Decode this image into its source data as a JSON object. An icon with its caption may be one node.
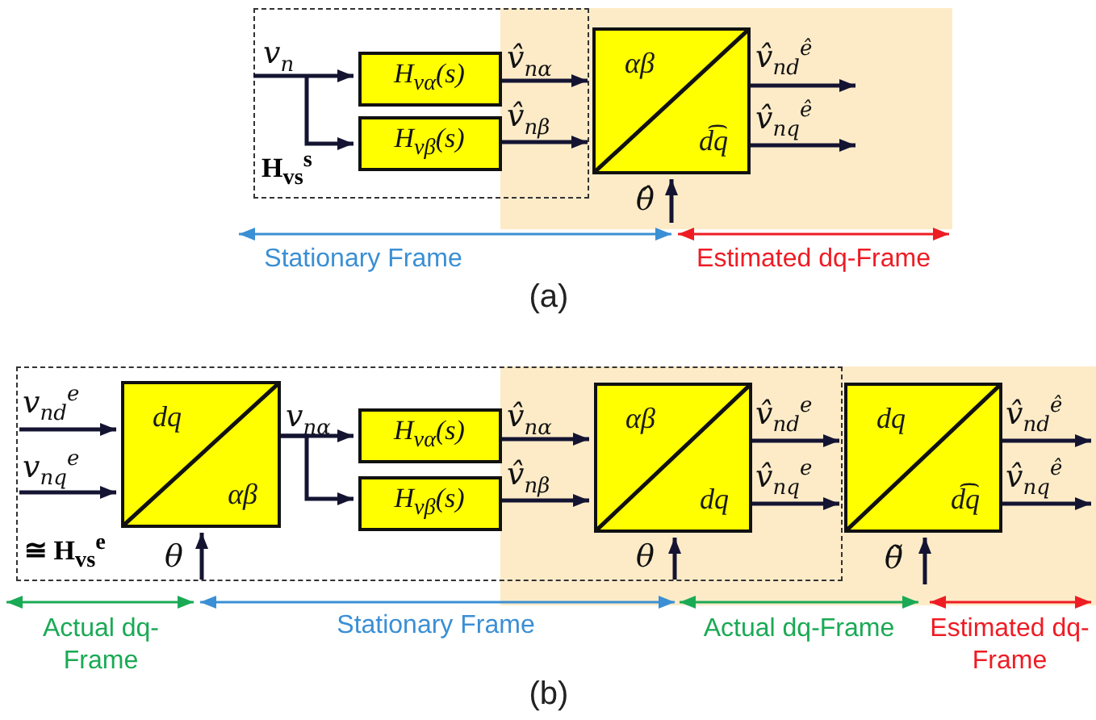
{
  "diagram": {
    "nodes": [
      {
        "text": [
          "H$_{vs}$$^{s}$"
        ]
      },
      {
        "text": [
          "H$_{vα}$(s)"
        ],
        "in": 0
      },
      {
        "text": [
          "H$_{vβ}$(s)"
        ],
        "in": 0
      },
      {
        "text": [
          "αβ",
          "d͡q"
        ]
      },
      {
        "text": [
          "≅ H$_{vs}$$^{e}$"
        ]
      },
      {
        "text": [
          "dq",
          "αβ"
        ],
        "in": 4
      },
      {
        "text": [
          "H$_{vα}$(s)"
        ],
        "in": 4
      },
      {
        "text": [
          "H$_{vβ}$(s)"
        ],
        "in": 4
      },
      {
        "text": [
          "αβ",
          "dq"
        ],
        "in": 4
      },
      {
        "text": [
          "dq",
          "d͡q"
        ]
      }
    ],
    "edges": [
      {
        "from": null,
        "to": 1,
        "arrow": "to",
        "label": "v$_{n}$"
      },
      {
        "from": null,
        "to": 2,
        "arrow": "to"
      },
      {
        "from": 1,
        "to": 3,
        "arrow": "to",
        "label": "v̂$_{nα}$"
      },
      {
        "from": 2,
        "to": 3,
        "arrow": "to",
        "label": "v̂$_{nβ}$"
      },
      {
        "from": 3,
        "to": null,
        "arrow": "to",
        "label": "v̂$_{nd}$$^{ê}$"
      },
      {
        "from": 3,
        "to": null,
        "arrow": "to",
        "label": "v̂$_{nq}$$^{ê}$"
      },
      {
        "from": null,
        "to": 3,
        "arrow": "to",
        "label": "θ̂"
      },
      {
        "from": null,
        "to": 5,
        "arrow": "to",
        "label": "v$_{nd}$$^{e}$"
      },
      {
        "from": null,
        "to": 5,
        "arrow": "to",
        "label": "v$_{nq}$$^{e}$"
      },
      {
        "from": null,
        "to": 5,
        "arrow": "to",
        "label": "θ"
      },
      {
        "from": 5,
        "to": 6,
        "arrow": "to",
        "label": "v$_{nα}$"
      },
      {
        "from": 5,
        "to": 7,
        "arrow": "to"
      },
      {
        "from": 6,
        "to": 8,
        "arrow": "to",
        "label": "v̂$_{nα}$"
      },
      {
        "from": 7,
        "to": 8,
        "arrow": "to",
        "label": "v̂$_{nβ}$"
      },
      {
        "from": 8,
        "to": 9,
        "arrow": "to",
        "label": "v̂$_{nd}$$^{e}$"
      },
      {
        "from": 8,
        "to": 9,
        "arrow": "to",
        "label": "v̂$_{nq}$$^{e}$"
      },
      {
        "from": null,
        "to": 8,
        "arrow": "to",
        "label": "θ"
      },
      {
        "from": null,
        "to": 9,
        "arrow": "to",
        "label": "θ̃"
      },
      {
        "from": 9,
        "to": null,
        "arrow": "to",
        "label": "v̂$_{nd}$$^{ê}$"
      },
      {
        "from": 9,
        "to": null,
        "arrow": "to",
        "label": "v̂$_{nq}$$^{ê}$"
      }
    ],
    "labels": [
      "Stationary Frame",
      "Estimated dq-Frame",
      "(a)",
      "Actual dq-Frame",
      "Stationary Frame",
      "Actual dq-Frame",
      "Estimated dq-Frame",
      "(b)"
    ]
  }
}
